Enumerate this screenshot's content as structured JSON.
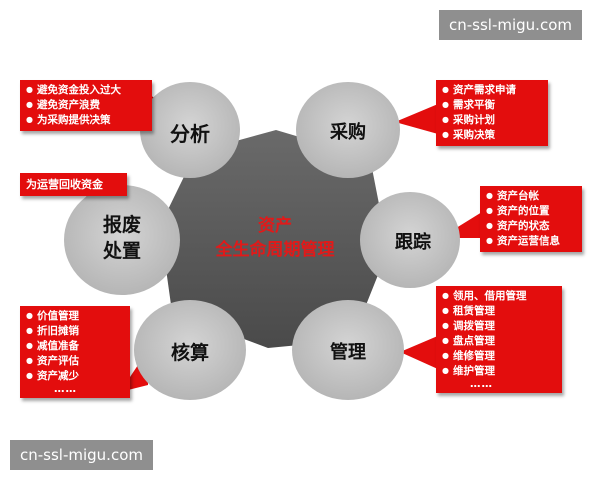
{
  "watermark": {
    "top": "cn-ssl-migu.com",
    "bottom": "cn-ssl-migu.com"
  },
  "center": {
    "line1": "资产",
    "line2": "全生命周期管理"
  },
  "nodes": {
    "analysis": "分析",
    "procurement": "采购",
    "tracking": "跟踪",
    "management": "管理",
    "accounting": "核算",
    "disposal": "报废处置"
  },
  "callouts": {
    "analysis": [
      "避免资金投入过大",
      "避免资产浪费",
      "为采购提供决策"
    ],
    "procurement": [
      "资产需求申请",
      "需求平衡",
      "采购计划",
      "采购决策"
    ],
    "disposal": "为运营回收资金",
    "tracking": [
      "资产台帐",
      "资产的位置",
      "资产的状态",
      "资产运营信息"
    ],
    "accounting": [
      "价值管理",
      "折旧摊销",
      "减值准备",
      "资产评估",
      "资产减少",
      "……"
    ],
    "management": [
      "领用、借用管理",
      "租赁管理",
      "调拨管理",
      "盘点管理",
      "维修管理",
      "维护管理",
      "……"
    ]
  },
  "colors": {
    "callout": "#e30d0d",
    "hexagon": "#5a5a5a",
    "circle": "#bdbdbd",
    "center_text": "#e01a1a"
  }
}
